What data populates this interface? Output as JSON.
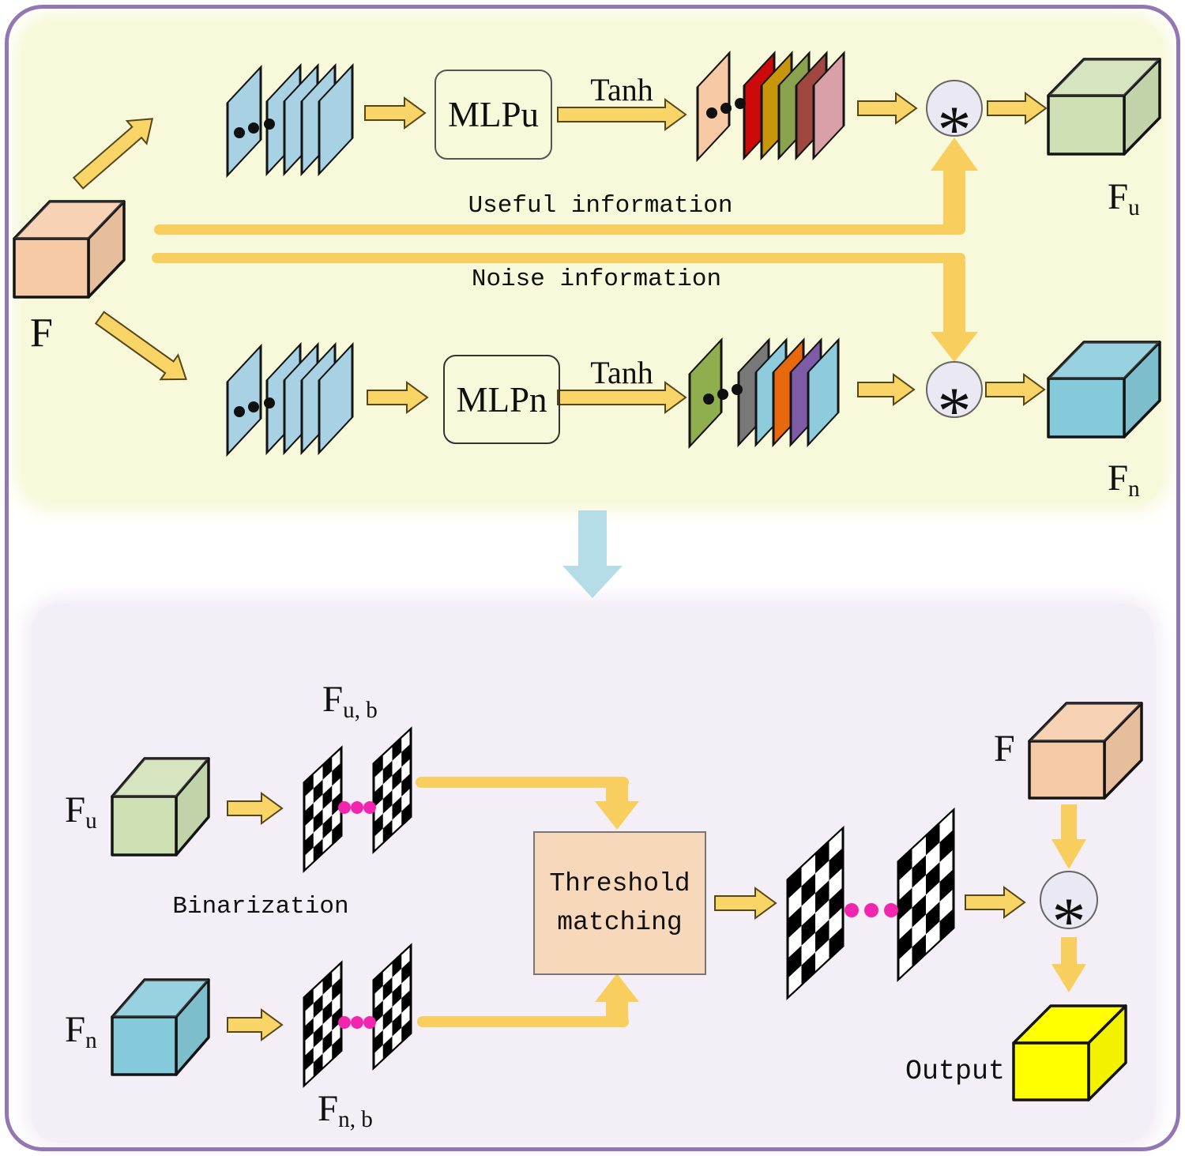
{
  "palette": {
    "panel_top_bg": "#f8f8da",
    "panel_bottom_bg": "#f4eef6",
    "outer_border": "#9277b4",
    "arrow_fill": "#f9d466",
    "arrow_outline": "#55471a",
    "connector_yellow": "#f8cf5f",
    "down_arrow_blue": "#b6dce7",
    "feature_map_blue": "#a8d2e3",
    "mlpu_fill": "#bfaed6",
    "mlpn_fill": "#e8680e",
    "threshold_fill": "#f8d8ba",
    "circle_fill": "#eae9f3",
    "cube_f": "#f6caa6",
    "cube_fu": "#cfe0b4",
    "cube_fn": "#85cada",
    "cube_output": "#ffff00",
    "checker_black": "#000000",
    "checker_white": "#ffffff",
    "dot_black": "#101010",
    "dot_pink": "#f226ae",
    "useful_stack": [
      "#f6c9a4",
      "#cc0a0a",
      "#c8960a",
      "#8ba24d",
      "#a04840",
      "#d9a0a8"
    ],
    "noise_stack": [
      "#8fae4e",
      "#787878",
      "#8ecbdd",
      "#e8680e",
      "#7d5ba6",
      "#8ecbdd"
    ]
  },
  "top_panel": {
    "input_label": "F",
    "mlpu_label": "MLPu",
    "mlpn_label": "MLPn",
    "tanh_label_top": "Tanh",
    "tanh_label_bottom": "Tanh",
    "useful_info_label": "Useful information",
    "noise_info_label": "Noise information",
    "multiply_top": "*",
    "multiply_bottom": "*",
    "fu_base": "F",
    "fu_sub": "u",
    "fn_base": "F",
    "fn_sub": "n"
  },
  "bottom_panel": {
    "fu_base": "F",
    "fu_sub": "u",
    "fn_base": "F",
    "fn_sub": "n",
    "fub_base": "F",
    "fub_sub": "u, b",
    "fnb_base": "F",
    "fnb_sub": "n, b",
    "binarization_label": "Binarization",
    "threshold_line1": "Threshold",
    "threshold_line2": "matching",
    "input_label": "F",
    "multiply": "*",
    "output_label": "Output"
  }
}
